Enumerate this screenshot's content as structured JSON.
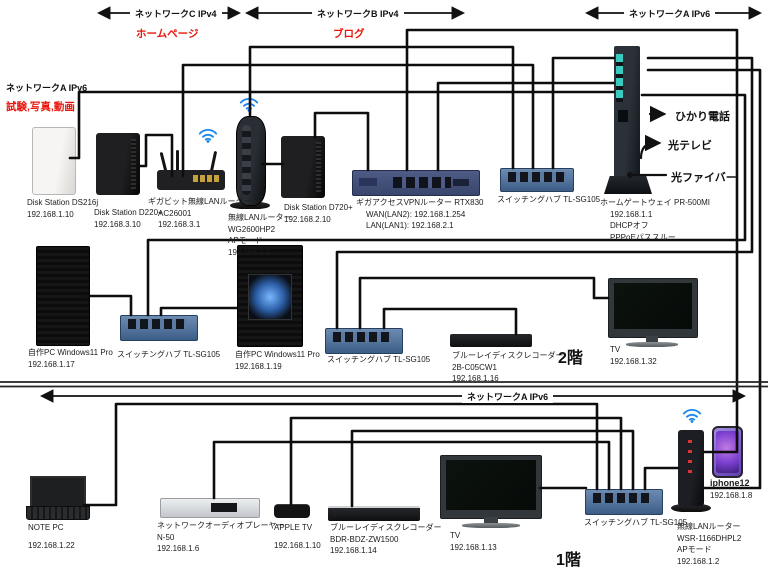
{
  "networks": {
    "c": {
      "label": "ネットワークC IPv4",
      "annotation": "ホームページ"
    },
    "b": {
      "label": "ネットワークB IPv4",
      "annotation": "ブログ"
    },
    "a_top": {
      "label": "ネットワークA IPv6"
    },
    "a_left": {
      "label": "ネットワークA IPv6",
      "annotation": "試験,写真,動画"
    },
    "a_floor1": {
      "label": "ネットワークA IPv6"
    }
  },
  "floors": {
    "second": "2階",
    "first": "1階"
  },
  "gateway_links": {
    "phone": "ひかり電話",
    "tv": "光テレビ",
    "fiber": "光ファイバー"
  },
  "icons": [
    "wifi-icon"
  ],
  "colors": {
    "wire": "#0d0d0d",
    "accent_red": "#e8160c",
    "wifi_blue": "#1c86ee",
    "switch_blue": "#46618c",
    "gateway_teal": "#3bcabf",
    "iphone_purple": "#7b3fd0"
  },
  "devices": [
    {
      "id": "ds216j",
      "lines": [
        "Disk Station DS216j",
        "192.168.1.10"
      ]
    },
    {
      "id": "d220",
      "lines": [
        "Disk Station D220+",
        "192.168.3.10"
      ]
    },
    {
      "id": "ac2600",
      "lines": [
        "ギガビット無線LANルーター",
        "AC26001",
        "192.168.3.1"
      ]
    },
    {
      "id": "wg2600",
      "lines": [
        "無線LANルーター",
        "WG2600HP2",
        "APモード",
        "192.168.2.2"
      ]
    },
    {
      "id": "d720",
      "lines": [
        "Disk Station D720+",
        "192.168.2.10"
      ]
    },
    {
      "id": "rtx830",
      "lines": [
        "ギガアクセスVPNルーター RTX830",
        "WAN(LAN2): 192.168.1.254",
        "LAN(LAN1): 192.168.2.1"
      ]
    },
    {
      "id": "hub2f-right",
      "lines": [
        "スイッチングハブ TL-SG105"
      ]
    },
    {
      "id": "pr500mi",
      "lines": [
        "ホームゲートウェイ PR-500MI",
        "192.168.1.1",
        "DHCPオフ",
        "PPPoEパススルー"
      ]
    },
    {
      "id": "pc1",
      "lines": [
        "自作PC Windows11 Pro",
        "192.168.1.17"
      ]
    },
    {
      "id": "hub2f-left",
      "lines": [
        "スイッチングハブ TL-SG105"
      ]
    },
    {
      "id": "pc2",
      "lines": [
        "自作PC Windows11 Pro",
        "192.168.1.19"
      ]
    },
    {
      "id": "hub2f-mid",
      "lines": [
        "スイッチングハブ TL-SG105"
      ]
    },
    {
      "id": "bd2f",
      "lines": [
        "ブルーレイディスクレコーダー",
        "2B-C05CW1",
        "192.168.1.16"
      ]
    },
    {
      "id": "tv2f",
      "lines": [
        "TV",
        "192.168.1.32"
      ]
    },
    {
      "id": "notepc",
      "lines": [
        "NOTE PC",
        "192.168.1.22"
      ]
    },
    {
      "id": "n50",
      "lines": [
        "ネットワークオーディオプレーヤー",
        "N-50",
        "192.168.1.6"
      ]
    },
    {
      "id": "appletv",
      "lines": [
        "APPLE TV",
        "192.168.1.10"
      ]
    },
    {
      "id": "bd1f",
      "lines": [
        "ブルーレイディスクレコーダー",
        "BDR-BDZ-ZW1500",
        "192.168.1.14"
      ]
    },
    {
      "id": "tv1f",
      "lines": [
        "TV",
        "192.168.1.13"
      ]
    },
    {
      "id": "hub1f",
      "lines": [
        "スイッチングハブ TL-SG105"
      ]
    },
    {
      "id": "wsr",
      "lines": [
        "無線LANルーター",
        "WSR-1166DHPL2",
        "APモード",
        "192.168.1.2"
      ]
    },
    {
      "id": "iphone",
      "lines": [
        "iphone12",
        "192.168.1.8"
      ]
    }
  ]
}
